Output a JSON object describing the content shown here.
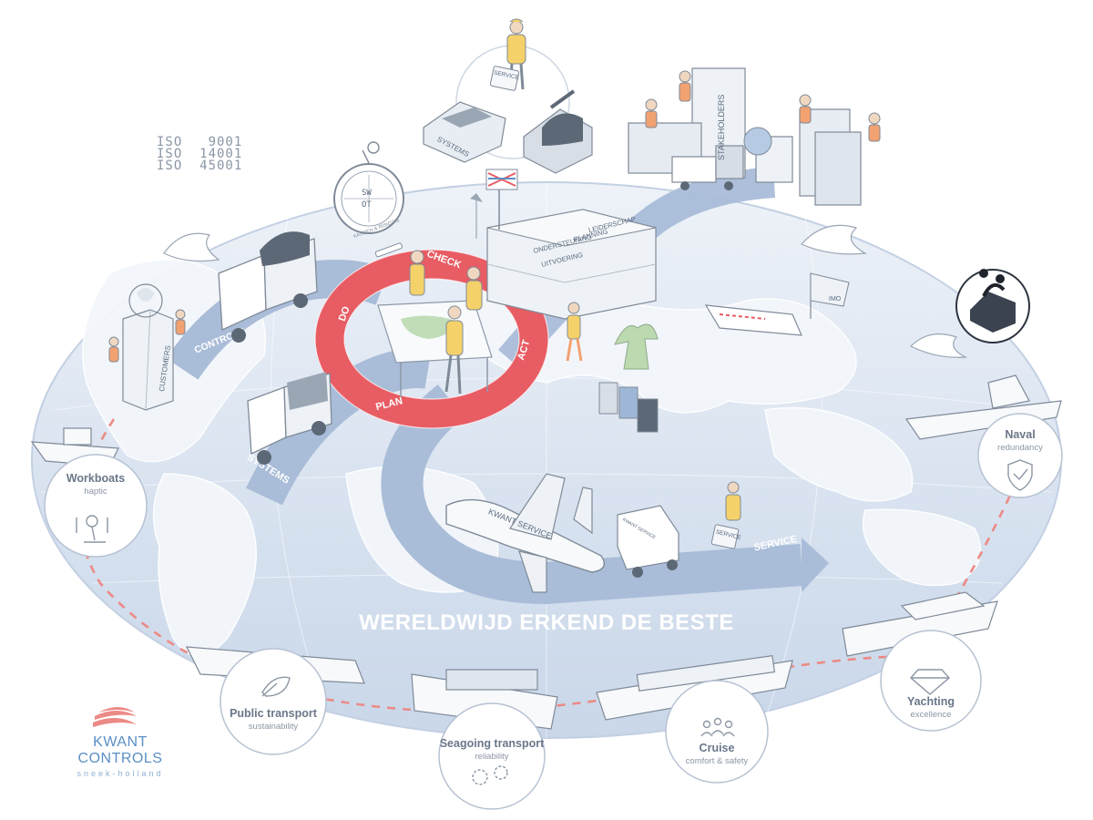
{
  "iso": {
    "lines": [
      "ISO   9001",
      "ISO  14001",
      "ISO  45001"
    ]
  },
  "cycle": {
    "do": "DO",
    "check": "CHECK",
    "act": "ACT",
    "plan": "PLAN"
  },
  "flows": {
    "controls": "CONTROLS",
    "systems": "SYSTEMS",
    "service": "SERVICE"
  },
  "sketch_labels": {
    "systems_box": "SYSTEMS",
    "service_case_top": "SERVICE",
    "service_case_bottom": "SERVICE",
    "stakeholders": "STAKEHOLDERS",
    "customers": "CUSTOMERS",
    "compass_swot_top": "SW",
    "compass_swot_bottom": "OT",
    "compass_caption": "KANSEN & RISICO'S",
    "building_leiderschap": "LEIDERSCHAP",
    "building_planning": "PLANNING",
    "building_ondersteuning": "ONDERSTEUNING",
    "building_uitvoering": "UITVOERING",
    "flag_imo": "IMO",
    "plane": "KWANT SERVICE",
    "van": "KWANT SERVICE"
  },
  "headline": "WERELDWIJD ERKEND DE BESTE",
  "markets": [
    {
      "name": "Workboats",
      "sub": "haptic",
      "icon": "joystick-icon"
    },
    {
      "name": "Public transport",
      "sub": "sustainability",
      "icon": "leaf-icon"
    },
    {
      "name": "Seagoing transport",
      "sub": "reliability",
      "icon": "gears-icon"
    },
    {
      "name": "Cruise",
      "sub": "comfort & safety",
      "icon": "people-icon"
    },
    {
      "name": "Yachting",
      "sub": "excellence",
      "icon": "diamond-icon"
    },
    {
      "name": "Naval",
      "sub": "redundancy",
      "icon": "shield-check-icon"
    }
  ],
  "logo": {
    "name": "KWANT CONTROLS",
    "sub": "sneek-holland"
  },
  "colors": {
    "pdca_red": "#e85c63",
    "flow_blue": "#a9bcd8",
    "ocean": "#dde6f1",
    "brand_blue": "#5b8fc6",
    "route_dash": "#ec8a86"
  }
}
